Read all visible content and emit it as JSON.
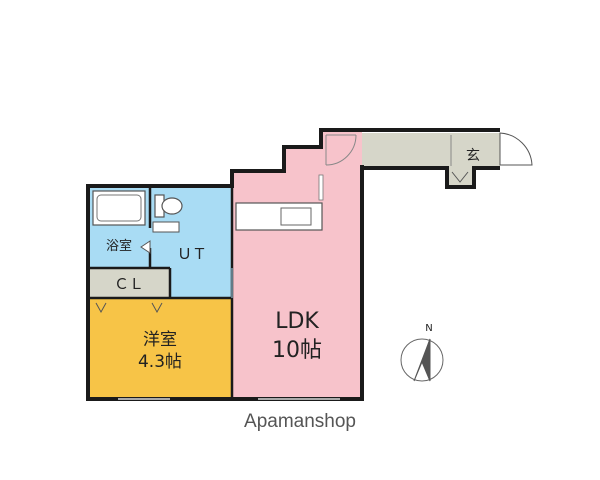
{
  "rooms": {
    "bath": {
      "label": "浴室",
      "color": "#a9dcf4"
    },
    "ut": {
      "label": "ＵＴ",
      "color": "#a9dcf4"
    },
    "closet": {
      "label": "ＣＬ",
      "color": "#d6d6c9"
    },
    "western_room": {
      "label": "洋室",
      "size": "4.3帖",
      "color": "#f7c447"
    },
    "ldk": {
      "label": "LDK",
      "size": "10帖",
      "color": "#f7c3cb"
    },
    "entrance": {
      "label": "玄",
      "color": "#d6d6c9"
    }
  },
  "compass": {
    "label": "N"
  },
  "watermark": "Apamanshop",
  "wall_color": "#1a1a1a"
}
